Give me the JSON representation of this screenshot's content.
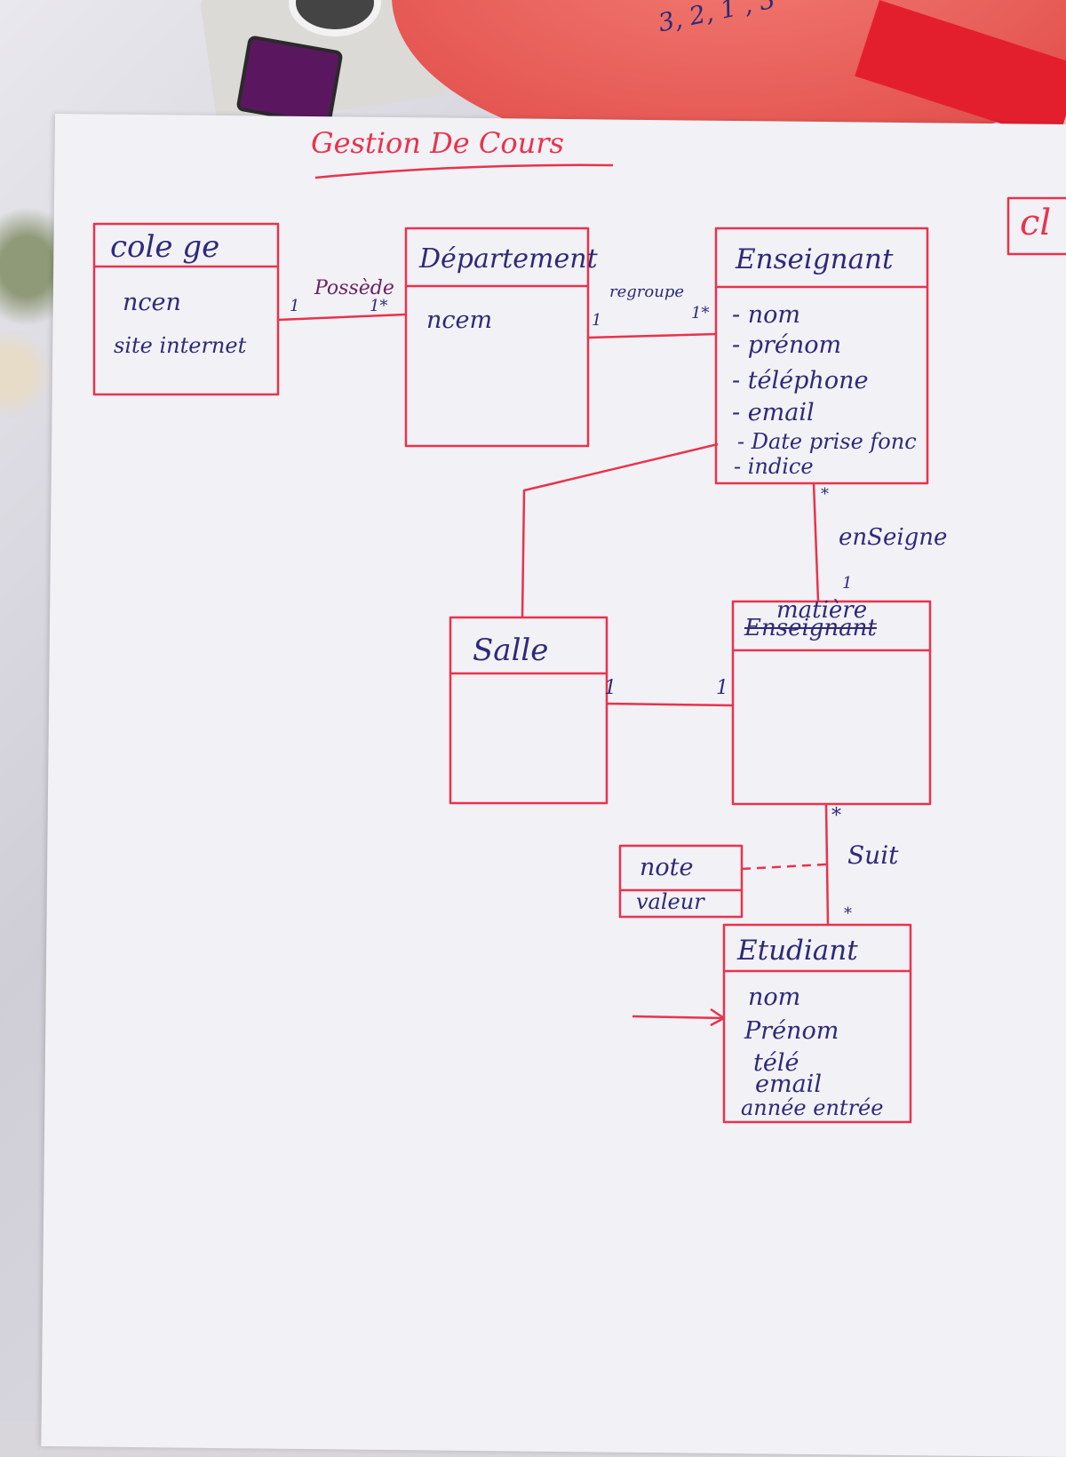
{
  "background_numbers": "3, 2, 1 , 3",
  "page_title": "Gestion De Cours",
  "margin_partial": "cl",
  "classes": {
    "college": {
      "name": "cole ge",
      "attributes": [
        "ncen",
        "site internet"
      ]
    },
    "departement": {
      "name": "Département",
      "attributes": [
        "ncem"
      ]
    },
    "enseignant": {
      "name": "Enseignant",
      "attributes": [
        "- nom",
        "- prénom",
        "- téléphone",
        "- email",
        "- Date prise fonc",
        "- indice"
      ]
    },
    "salle": {
      "name": "Salle",
      "attributes": []
    },
    "matiere": {
      "name_struck": "Enseignant",
      "name": "matière",
      "attributes": []
    },
    "etudiant": {
      "name": "Etudiant",
      "attributes": [
        "nom",
        "Prénom",
        "télé",
        "email",
        "année entrée"
      ]
    },
    "note": {
      "name": "note",
      "attributes": [
        "valeur"
      ]
    }
  },
  "associations": {
    "possede": {
      "label": "Possède",
      "mult_left": "1",
      "mult_right": "1*"
    },
    "regroupe": {
      "label": "regroupe",
      "mult_left": "1",
      "mult_right": "1*"
    },
    "enseigne": {
      "label": "enSeigne",
      "mult_top": "*",
      "mult_bottom": "1"
    },
    "salle_matiere": {
      "mult_left": "1",
      "mult_right": "1"
    },
    "suit": {
      "label": "Suit",
      "mult_top": "*",
      "mult_bottom": "*"
    }
  },
  "colors": {
    "ink_red": "#e8334c",
    "ink_blue": "#2d2a78",
    "paper": "#f2f1f6"
  }
}
